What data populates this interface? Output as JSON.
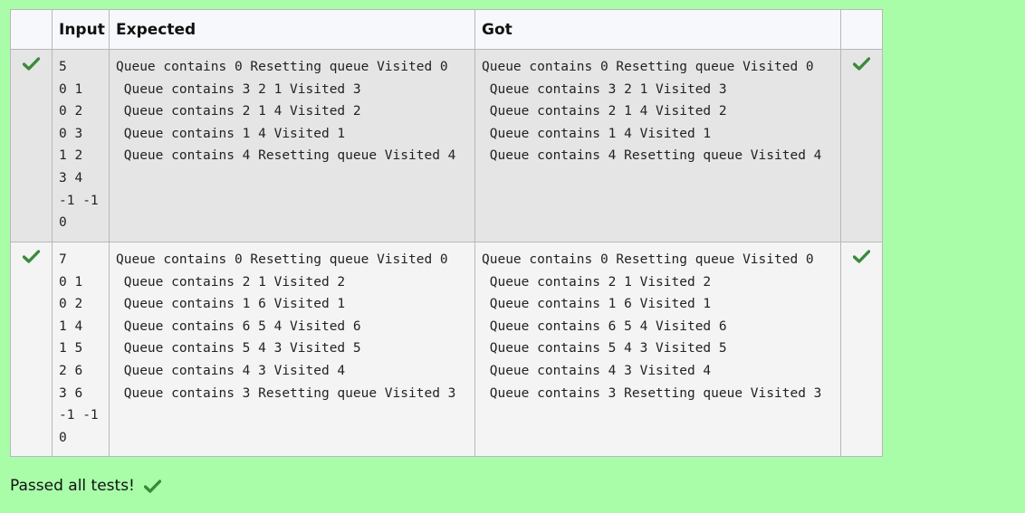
{
  "table": {
    "headers": [
      "",
      "Input",
      "Expected",
      "Got",
      ""
    ],
    "rows": [
      {
        "status_icon": "check-icon",
        "input": "5\n0 1\n0 2\n0 3\n1 2\n3 4\n-1 -1\n0",
        "expected": "Queue contains 0 Resetting queue Visited 0\n Queue contains 3 2 1 Visited 3\n Queue contains 2 1 4 Visited 2\n Queue contains 1 4 Visited 1\n Queue contains 4 Resetting queue Visited 4",
        "got": "Queue contains 0 Resetting queue Visited 0\n Queue contains 3 2 1 Visited 3\n Queue contains 2 1 4 Visited 2\n Queue contains 1 4 Visited 1\n Queue contains 4 Resetting queue Visited 4"
      },
      {
        "status_icon": "check-icon",
        "input": "7\n0 1\n0 2\n1 4\n1 5\n2 6\n3 6\n-1 -1\n0",
        "expected": "Queue contains 0 Resetting queue Visited 0\n Queue contains 2 1 Visited 2\n Queue contains 1 6 Visited 1\n Queue contains 6 5 4 Visited 6\n Queue contains 5 4 3 Visited 5\n Queue contains 4 3 Visited 4\n Queue contains 3 Resetting queue Visited 3",
        "got": "Queue contains 0 Resetting queue Visited 0\n Queue contains 2 1 Visited 2\n Queue contains 1 6 Visited 1\n Queue contains 6 5 4 Visited 6\n Queue contains 5 4 3 Visited 5\n Queue contains 4 3 Visited 4\n Queue contains 3 Resetting queue Visited 3"
      }
    ]
  },
  "summary": {
    "text": "Passed all tests!",
    "icon": "check-icon"
  },
  "colors": {
    "background": "#a9fda9",
    "check": "#3a8a3a"
  }
}
